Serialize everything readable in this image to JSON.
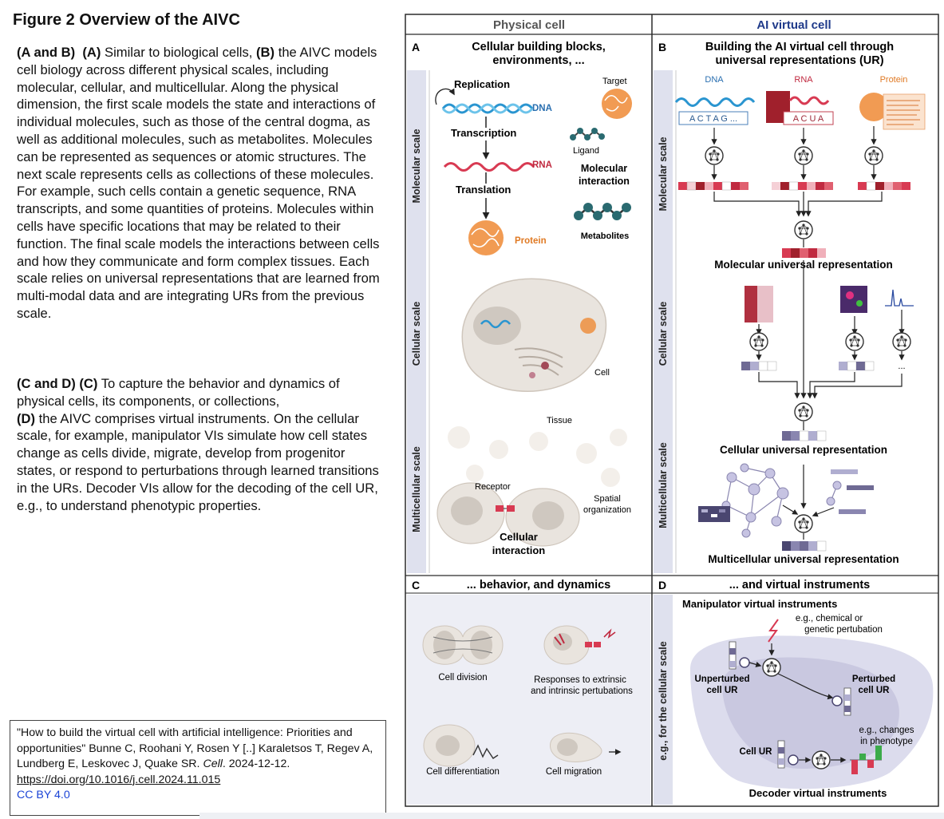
{
  "title": "Figure 2 Overview of the AIVC",
  "para1": {
    "lead": "(A and B)",
    "a_tag": "(A)",
    "a_text": "Similar to biological cells,",
    "b_tag": "(B)",
    "b_text": "the AIVC models cell biology across different physical scales, including molecular, cellular, and multicellular. Along the physical dimension, the first scale models the state and interactions of individual molecules, such as those of the central dogma, as well as additional molecules, such as metabolites. Molecules can be represented as sequences or atomic structures. The next scale represents cells as collections of these molecules. For example, such cells contain a genetic sequence, RNA transcripts, and some quantities of proteins. Molecules within cells have specific locations that may be related to their function. The final scale models the interactions between cells and how they communicate and form complex tissues. Each scale relies on universal representations that are learned from multi-modal data and are integrating URs from the previous scale."
  },
  "para2": {
    "lead": "(C and D)",
    "c_tag": "(C)",
    "c_text": "To capture the behavior and dynamics of physical cells, its components, or collections,",
    "d_tag": "(D)",
    "d_text": "the AIVC comprises virtual instruments. On the cellular scale, for example, manipulator VIs simulate how cell states change as cells divide, migrate, develop from progenitor states, or respond to perturbations through learned transitions in the URs. Decoder VIs allow for the decoding of the cell UR, e.g., to understand phenotypic properties."
  },
  "citation": {
    "text": "\"How to build the virtual cell with artificial intelligence: Priorities and opportunities\" Bunne C, Roohani Y, Rosen Y [..] Karaletsos T, Regev A, Lundberg E, Leskovec J, Quake SR.",
    "journal": "Cell",
    "date": ". 2024-12-12.",
    "doi": "https://doi.org/10.1016/j.cell.2024.11.015",
    "license": "CC BY 4.0"
  },
  "figure": {
    "header_left": "Physical cell",
    "header_right": "AI virtual cell",
    "A": {
      "letter": "A",
      "title1": "Cellular building blocks,",
      "title2": "environments, ...",
      "replication": "Replication",
      "dna": "DNA",
      "transcription": "Transcription",
      "rna": "RNA",
      "translation": "Translation",
      "protein": "Protein",
      "target": "Target",
      "ligand": "Ligand",
      "mol_int1": "Molecular",
      "mol_int2": "interaction",
      "metabolites": "Metabolites",
      "cell": "Cell",
      "tissue": "Tissue",
      "receptor": "Receptor",
      "spatial1": "Spatial",
      "spatial2": "organization",
      "cellular_int1": "Cellular",
      "cellular_int2": "interaction"
    },
    "B": {
      "letter": "B",
      "title1": "Building the AI virtual cell through",
      "title2": "universal representations (UR)",
      "dna": "DNA",
      "rna": "RNA",
      "protein": "Protein",
      "dna_seq": "A C T A G ...",
      "rna_seq": "A C U A",
      "mol_ur": "Molecular universal representation",
      "cell_ur": "Cellular universal representation",
      "multi_ur": "Multicellular universal representation",
      "dots": "..."
    },
    "C": {
      "letter": "C",
      "title": "... behavior, and dynamics",
      "division": "Cell division",
      "resp1": "Responses to extrinsic",
      "resp2": "and intrinsic pertubations",
      "differentiation": "Cell differentiation",
      "migration": "Cell migration"
    },
    "D": {
      "letter": "D",
      "title": "... and virtual instruments",
      "manipulator": "Manipulator virtual instruments",
      "eg_chem1": "e.g., chemical or",
      "eg_chem2": "genetic pertubation",
      "unpert1": "Unperturbed",
      "unpert2": "cell UR",
      "pert1": "Perturbed",
      "pert2": "cell UR",
      "eg_change1": "e.g., changes",
      "eg_change2": "in phenotype",
      "cell_ur": "Cell UR",
      "decoder": "Decoder virtual instruments",
      "side": "e.g., for the cellular scale"
    },
    "scales": {
      "molecular": "Molecular scale",
      "cellular": "Cellular scale",
      "multicellular": "Multicellular scale"
    }
  },
  "colors": {
    "frame": "#2b2b2b",
    "scale_strip": "#dfe1ee",
    "dna_blue": "#2a95d0",
    "rna_red": "#d83a52",
    "protein_orange": "#ee8a35",
    "cell_fill": "#e9e4de",
    "nucleus": "#cfc8c0",
    "ur_purple": "#6f6a94",
    "bg_lavender": "#dcdced"
  }
}
